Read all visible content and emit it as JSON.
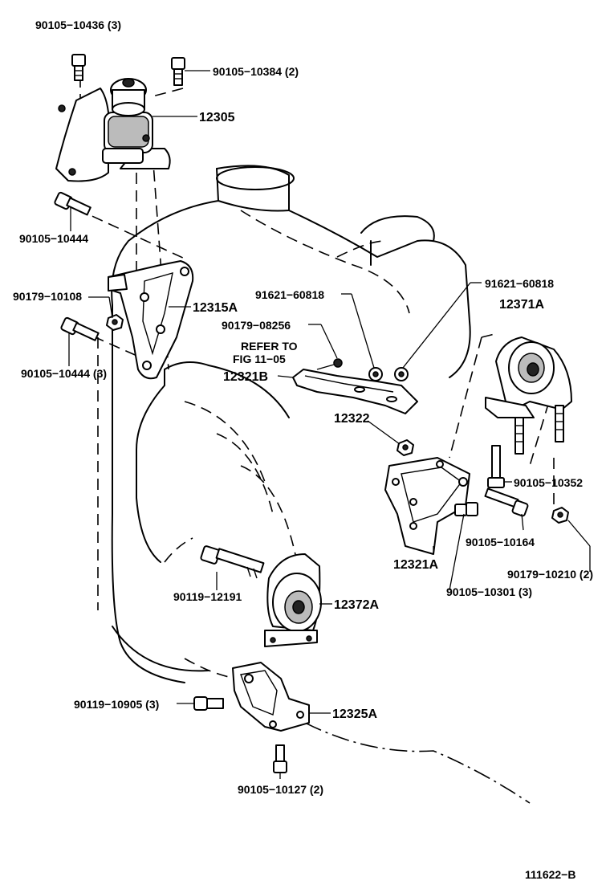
{
  "labels": {
    "p90105_10436": "90105−10436 (3)",
    "p90105_10384": "90105−10384 (2)",
    "p12305": "12305",
    "p90105_10444_top": "90105−10444",
    "p90179_10108": "90179−10108",
    "p12315A": "12315A",
    "p90105_10444_3": "90105−10444 (3)",
    "p91621_60818_a": "91621−60818",
    "p91621_60818_b": "91621−60818",
    "p12371A": "12371A",
    "p90179_08256": "90179−08256",
    "refer_to_1": "REFER TO",
    "refer_to_2": "FIG 11−05",
    "p12321B": "12321B",
    "p12322": "12322",
    "p90105_10352": "90105−10352",
    "p90105_10164": "90105−10164",
    "p12321A": "12321A",
    "p90179_10210": "90179−10210 (2)",
    "p90105_10301": "90105−10301 (3)",
    "p90119_12191": "90119−12191",
    "p12372A": "12372A",
    "p90119_10905": "90119−10905 (3)",
    "p12325A": "12325A",
    "p90105_10127": "90105−10127 (2)",
    "figure_code": "111622−B"
  }
}
